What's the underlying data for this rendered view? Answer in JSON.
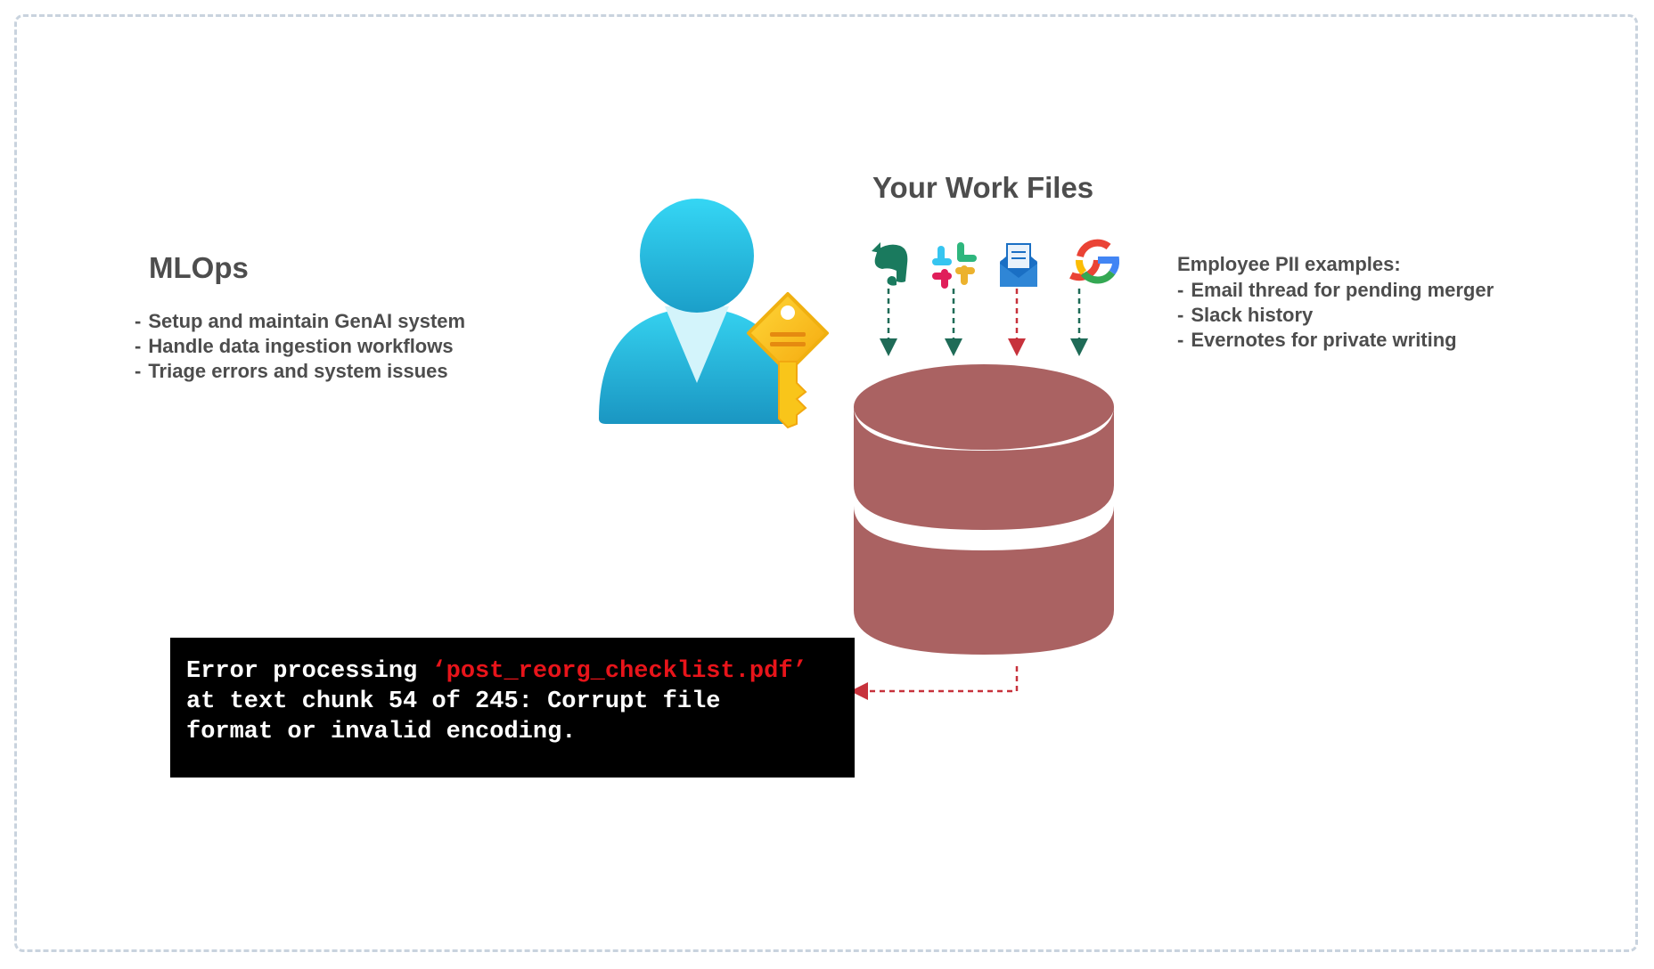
{
  "role": {
    "title": "MLOps",
    "bullet_prefix": "-",
    "items": [
      "Setup and maintain GenAI system",
      "Handle data ingestion workflows",
      "Triage errors and system issues"
    ]
  },
  "files": {
    "title": "Your Work Files",
    "sources": [
      {
        "icon": "evernote-icon",
        "arrow_color": "#1f6b57"
      },
      {
        "icon": "slack-icon",
        "arrow_color": "#1f6b57"
      },
      {
        "icon": "mail-icon",
        "arrow_color": "#c7323c"
      },
      {
        "icon": "google-icon",
        "arrow_color": "#1f6b57"
      }
    ]
  },
  "pii": {
    "title": "Employee PII examples:",
    "bullet_prefix": "-",
    "items": [
      "Email thread for pending merger",
      "Slack history",
      "Evernotes for private writing"
    ]
  },
  "error": {
    "prefix": "Error processing ",
    "filename": "‘post_reorg_checklist.pdf’",
    "line2": "at text chunk 54 of 245: Corrupt file",
    "line3": "format or invalid encoding."
  },
  "colors": {
    "database": "#aa6262",
    "person_top": "#35d6f4",
    "person_bottom": "#1b9fc9",
    "key": "#f8c417",
    "error_filename": "#e8141a",
    "frame": "#c9d3de"
  }
}
